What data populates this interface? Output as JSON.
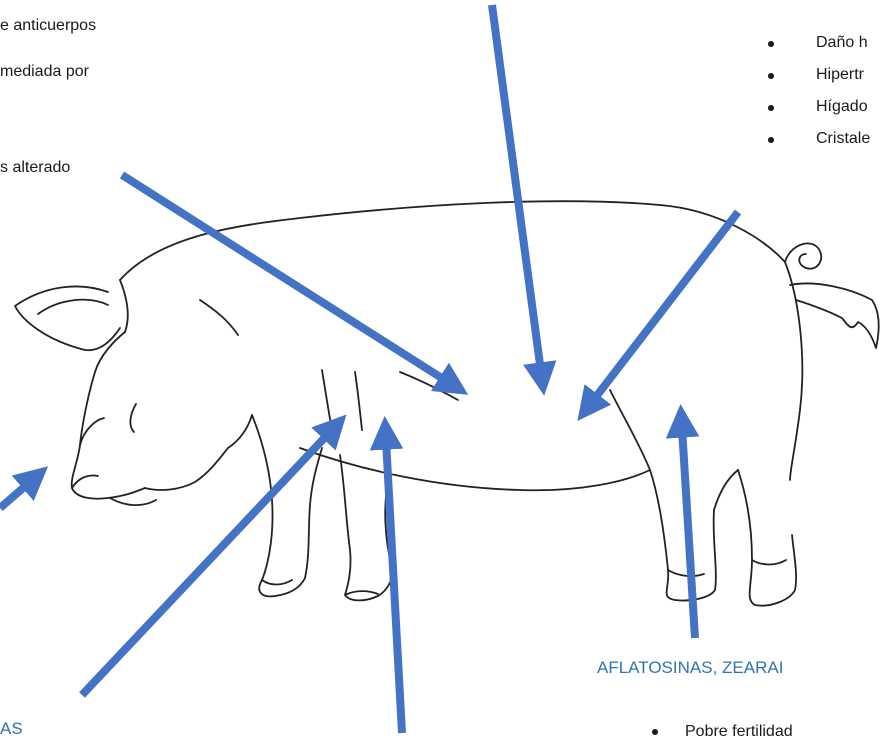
{
  "texts": {
    "top_left_line1": "e anticuerpos",
    "top_left_line2": "mediada  por",
    "mid_left": "s alterado",
    "bottom_left_heading": "AS",
    "bottom_right_heading": "AFLATOSINAS, ZEARAI",
    "bottom_bullet": "Pobre fertilidad"
  },
  "right_bullets": [
    "Daño h",
    "Hipertr",
    "Hígado",
    "Cristale"
  ],
  "colors": {
    "arrow": "#4472c4",
    "heading": "#2e74b5",
    "outline": "#222222"
  }
}
